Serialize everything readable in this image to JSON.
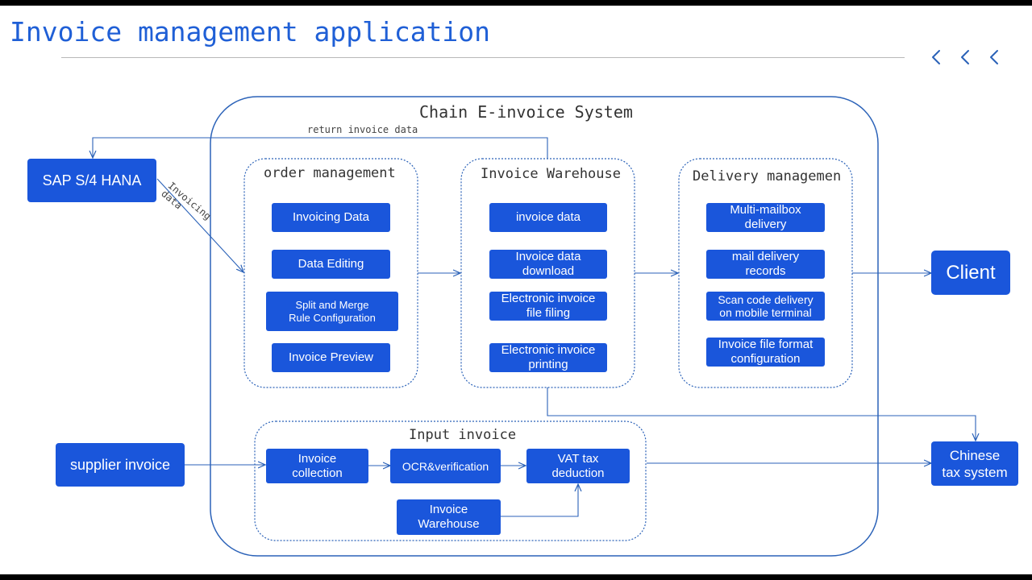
{
  "page": {
    "title": "Invoice management application"
  },
  "nav": {
    "chevron_icons": [
      "chevron-left-icon",
      "chevron-left-icon",
      "chevron-left-icon"
    ]
  },
  "diagram": {
    "system_title": "Chain E-invoice System",
    "return_label": "return invoice data",
    "invoicing_label": "Invoicing\ndata",
    "external": {
      "sap": "SAP S/4 HANA",
      "supplier": "supplier invoice",
      "client": "Client",
      "tax": "Chinese\ntax system"
    },
    "order_management": {
      "title": "order management",
      "items": [
        "Invoicing Data",
        "Data Editing",
        "Split and Merge\nRule Configuration",
        "Invoice Preview"
      ]
    },
    "invoice_warehouse": {
      "title": "Invoice Warehouse",
      "items": [
        "invoice data",
        "Invoice data\ndownload",
        "Electronic invoice\nfile filing",
        "Electronic invoice\nprinting"
      ]
    },
    "delivery_management": {
      "title": "Delivery managemen",
      "items": [
        "Multi-mailbox\ndelivery",
        "mail delivery\nrecords",
        "Scan code delivery\non mobile terminal",
        "Invoice file format\nconfiguration"
      ]
    },
    "input_invoice": {
      "title": "Input invoice",
      "items": [
        "Invoice\ncollection",
        "OCR&verification",
        "VAT tax\ndeduction",
        "Invoice\nWarehouse"
      ]
    },
    "colors": {
      "accent": "#1a56db",
      "outline": "#2b62b8",
      "title": "#1f5fd6"
    }
  }
}
